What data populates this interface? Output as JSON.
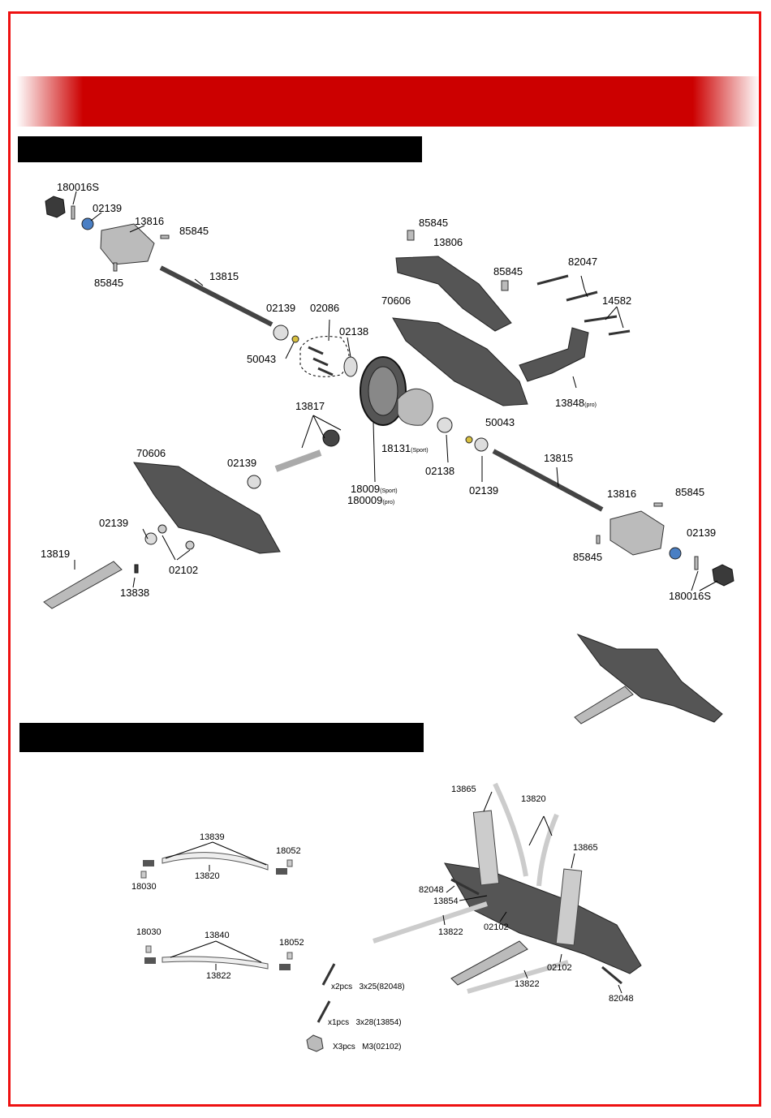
{
  "diagram1": {
    "labels": [
      {
        "id": "180016S-top",
        "text": "180016S"
      },
      {
        "id": "02139-a",
        "text": "02139"
      },
      {
        "id": "13816-a",
        "text": "13816"
      },
      {
        "id": "85845-a",
        "text": "85845"
      },
      {
        "id": "85845-b",
        "text": "85845"
      },
      {
        "id": "13815-a",
        "text": "13815"
      },
      {
        "id": "02139-b",
        "text": "02139"
      },
      {
        "id": "02086",
        "text": "02086"
      },
      {
        "id": "02138-a",
        "text": "02138"
      },
      {
        "id": "50043-a",
        "text": "50043"
      },
      {
        "id": "85845-c",
        "text": "85845"
      },
      {
        "id": "13806",
        "text": "13806"
      },
      {
        "id": "85845-d",
        "text": "85845"
      },
      {
        "id": "82047",
        "text": "82047"
      },
      {
        "id": "70606-a",
        "text": "70606"
      },
      {
        "id": "14582",
        "text": "14582"
      },
      {
        "id": "13848",
        "text": "13848",
        "suffix": "(pro)"
      },
      {
        "id": "13817",
        "text": "13817"
      },
      {
        "id": "50043-b",
        "text": "50043"
      },
      {
        "id": "18131",
        "text": "18131",
        "suffix": "(Sport)"
      },
      {
        "id": "02138-b",
        "text": "02138"
      },
      {
        "id": "70606-b",
        "text": "70606"
      },
      {
        "id": "02139-c",
        "text": "02139"
      },
      {
        "id": "13815-b",
        "text": "13815"
      },
      {
        "id": "18009",
        "text": "18009",
        "suffix": "(Sport)"
      },
      {
        "id": "180009",
        "text": "180009",
        "suffix": "(pro)"
      },
      {
        "id": "02139-d",
        "text": "02139"
      },
      {
        "id": "13816-b",
        "text": "13816"
      },
      {
        "id": "85845-e",
        "text": "85845"
      },
      {
        "id": "02139-e",
        "text": "02139"
      },
      {
        "id": "13819",
        "text": "13819"
      },
      {
        "id": "02102-a",
        "text": "02102"
      },
      {
        "id": "85845-f",
        "text": "85845"
      },
      {
        "id": "02139-f",
        "text": "02139"
      },
      {
        "id": "13838",
        "text": "13838"
      },
      {
        "id": "180016S-bottom",
        "text": "180016S"
      }
    ]
  },
  "diagram2": {
    "labels": [
      {
        "id": "13839",
        "text": "13839"
      },
      {
        "id": "18052-a",
        "text": "18052"
      },
      {
        "id": "13820-a",
        "text": "13820"
      },
      {
        "id": "18030-a",
        "text": "18030"
      },
      {
        "id": "18030-b",
        "text": "18030"
      },
      {
        "id": "13840",
        "text": "13840"
      },
      {
        "id": "18052-b",
        "text": "18052"
      },
      {
        "id": "13822-a",
        "text": "13822"
      },
      {
        "id": "13865-a",
        "text": "13865"
      },
      {
        "id": "13820-b",
        "text": "13820"
      },
      {
        "id": "13865-b",
        "text": "13865"
      },
      {
        "id": "82048-a",
        "text": "82048"
      },
      {
        "id": "13854",
        "text": "13854"
      },
      {
        "id": "02102-b",
        "text": "02102"
      },
      {
        "id": "13822-b",
        "text": "13822"
      },
      {
        "id": "02102-c",
        "text": "02102"
      },
      {
        "id": "13822-c",
        "text": "13822"
      },
      {
        "id": "82048-b",
        "text": "82048"
      }
    ],
    "hardware": [
      {
        "qty": "x2pcs",
        "spec": "3x25(82048)"
      },
      {
        "qty": "x1pcs",
        "spec": "3x28(13854)"
      },
      {
        "qty": "X3pcs",
        "spec": "M3(02102)"
      }
    ]
  }
}
